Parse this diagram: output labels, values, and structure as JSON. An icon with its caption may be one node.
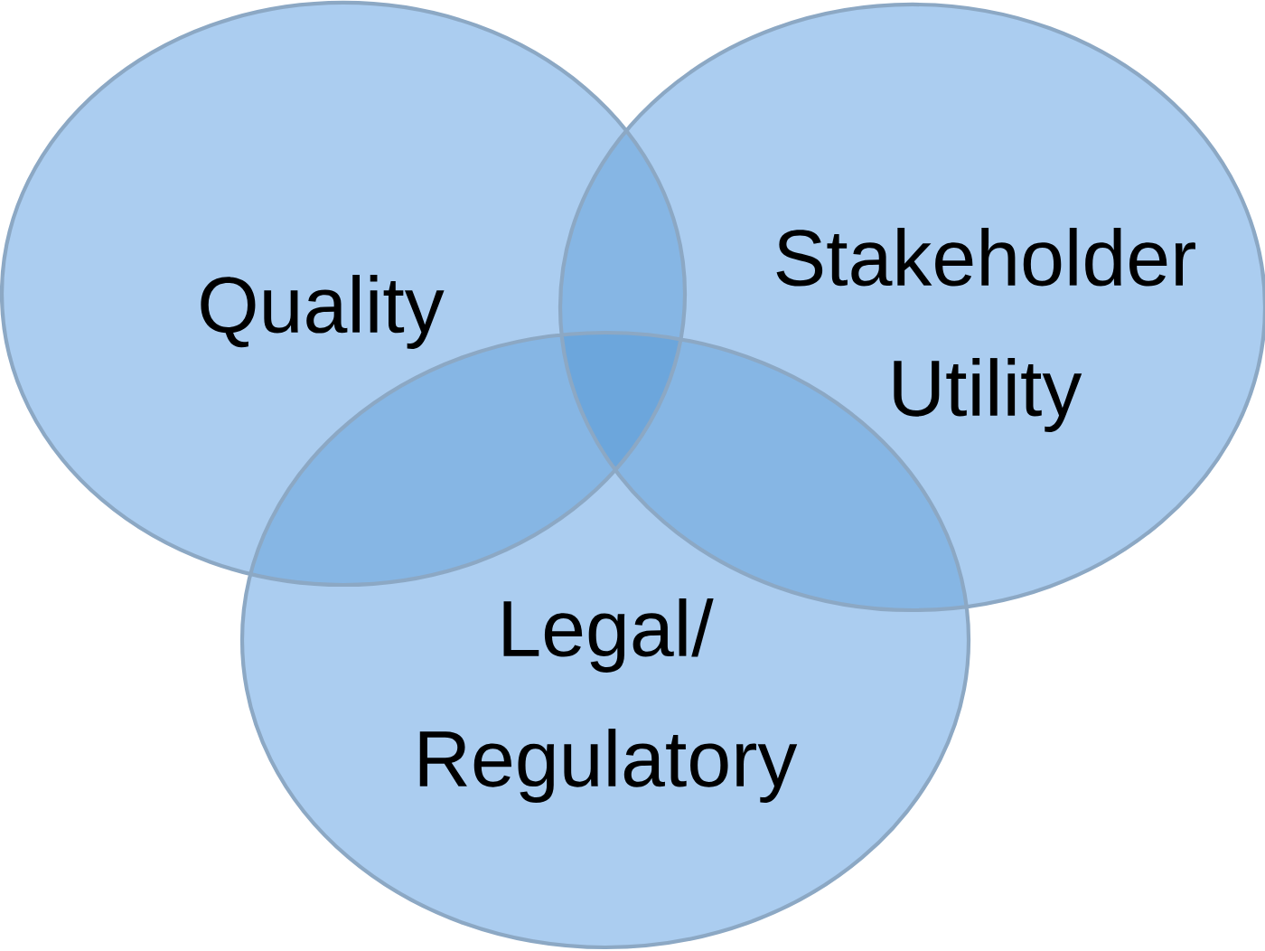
{
  "diagram": {
    "nodes": [
      {
        "text": [
          "Quality"
        ]
      },
      {
        "text": [
          "Stakeholder Utility"
        ]
      },
      {
        "text": [
          "Legal/ Regulatory"
        ]
      }
    ]
  }
}
